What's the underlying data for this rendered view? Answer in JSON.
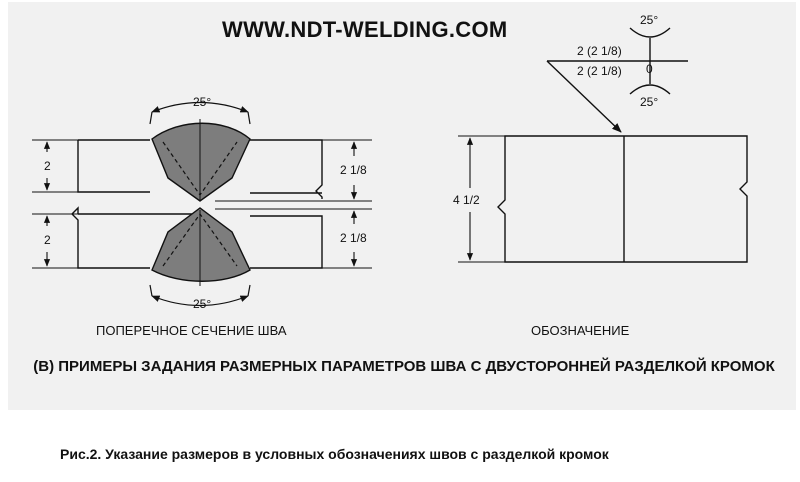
{
  "header": {
    "url": "WWW.NDT-WELDING.COM"
  },
  "cross_section": {
    "label": "ПОПЕРЕЧНОЕ СЕЧЕНИЕ ШВА",
    "groove_angle_top": "25°",
    "groove_angle_bottom": "25°",
    "depth_left_top": "2",
    "depth_left_bottom": "2",
    "weld_size_right_top": "2 1/8",
    "weld_size_right_bottom": "2 1/8"
  },
  "designation": {
    "label": "ОБОЗНАЧЕНИЕ",
    "angle_top": "25°",
    "angle_bottom": "25°",
    "root_opening": "0",
    "size_arrow_side": "2 (2 1/8)",
    "size_other_side": "2 (2 1/8)",
    "thickness": "4 1/2"
  },
  "caption": {
    "title": "(B) ПРИМЕРЫ ЗАДАНИЯ РАЗМЕРНЫХ ПАРАМЕТРОВ ШВА С ДВУСТОРОННЕЙ РАЗДЕЛКОЙ КРОМОК",
    "figure_caption": "Рис.2. Указание размеров в условных обозначениях швов с разделкой кромок"
  },
  "colors": {
    "background": "#f1f1f1",
    "weld_fill": "#7d7d7d",
    "line": "#111111"
  }
}
